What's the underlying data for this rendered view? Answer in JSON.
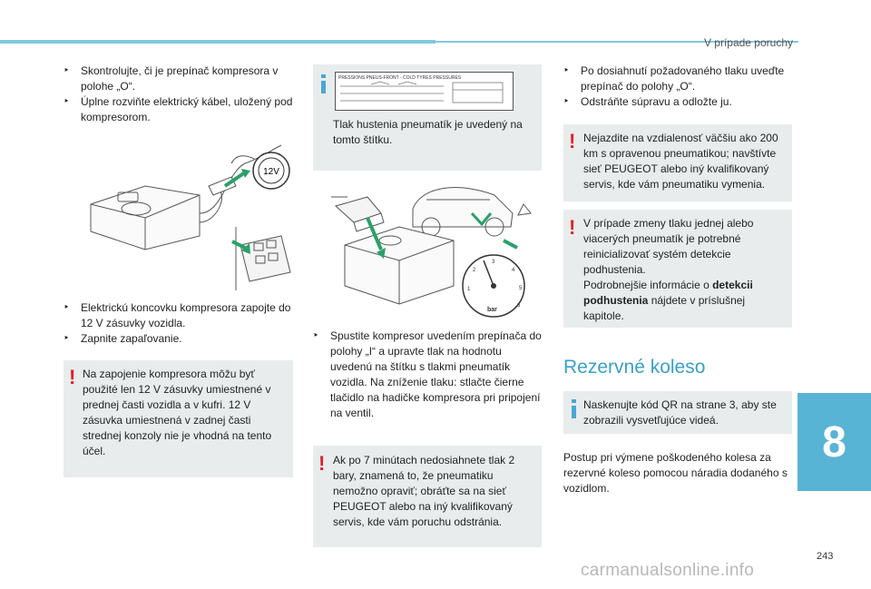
{
  "header": {
    "section_title": "V prípade poruchy"
  },
  "chapter_number": "8",
  "page_number": "243",
  "watermark": "carmanualsonline.info",
  "col1": {
    "items_top": [
      "Skontrolujte, či je prepínač kompresora v polohe „O“.",
      "Úplne rozviňte elektrický kábel, uložený pod kompresorom."
    ],
    "socket_label": "12V",
    "items_mid": [
      "Elektrickú koncovku kompresora zapojte do 12 V zásuvky vozidla.",
      "Zapnite zapaľovanie."
    ],
    "warning": "Na zapojenie kompresora môžu byť použité len 12 V zásuvky umiestnené v prednej časti vozidla a v kufri. 12 V zásuvka umiestnená v zadnej časti strednej konzoly nie je vhodná na tento účel."
  },
  "col2": {
    "label_caption": "PRESSIONS PNEUS-FRONT - COLD TYRES PRESSURES",
    "info": "Tlak hustenia pneumatík je uvedený na tomto štítku.",
    "gauge_unit": "bar",
    "item": "Spustite kompresor uvedením prepínača do polohy „I“ a upravte tlak na hodnotu uvedenú na štítku s tlakmi pneumatík vozidla. Na zníženie tlaku: stlačte čierne tlačidlo na hadičke kompresora pri pripojení na ventil.",
    "warning": "Ak po 7 minútach nedosiahnete tlak 2 bary, znamená to, že pneumatiku nemožno opraviť; obráťte sa na sieť PEUGEOT alebo na iný kvalifikovaný servis, kde vám poruchu odstránia."
  },
  "col3": {
    "items": [
      "Po dosiahnutí požadovaného tlaku uveďte prepínač do polohy „O“.",
      "Odstráňte súpravu a odložte ju."
    ],
    "warning1": "Nejazdite na vzdialenosť väčšiu ako 200 km s opravenou pneumatikou; navštívte sieť PEUGEOT alebo iný kvalifikovaný servis, kde vám pneumatiku vymenia.",
    "warning2_text": "V prípade zmeny tlaku jednej alebo viacerých pneumatík je potrebné reinicializovať systém detekcie podhustenia.",
    "warning2_more_prefix": "Podrobnejšie informácie o",
    "warning2_more_bold": "detekcii podhustenia",
    "warning2_more_suffix": "nájdete v príslušnej kapitole.",
    "heading": "Rezervné koleso",
    "info": "Naskenujte kód QR na strane 3, aby ste zobrazili vysvetľujúce videá.",
    "paragraph": "Postup pri výmene poškodeného kolesa za rezervné koleso pomocou náradia dodaného s vozidlom."
  }
}
